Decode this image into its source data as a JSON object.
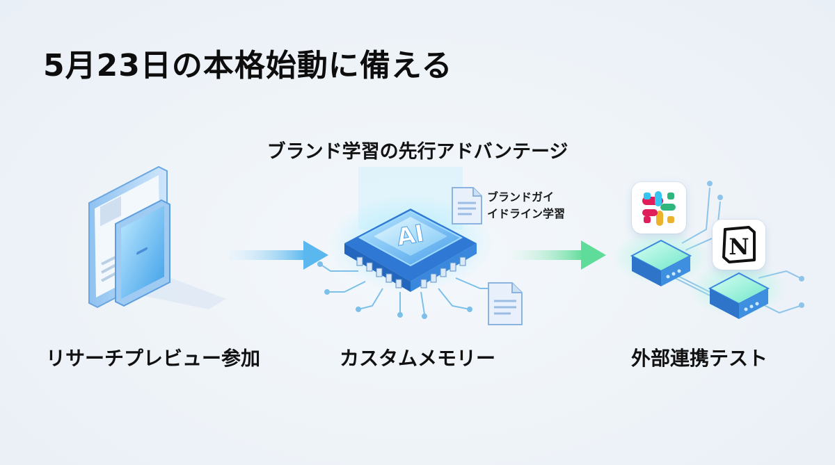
{
  "title": "5月23日の本格始動に備える",
  "subtitle": "ブランド学習の先行アドバンテージ",
  "steps": [
    {
      "label": "リサーチプレビュー参加",
      "icon": "phone-tablet-icon"
    },
    {
      "label": "カスタムメモリー",
      "icon": "ai-chip-icon",
      "chip_text": "AI"
    },
    {
      "label": "外部連携テスト",
      "icon": "integration-server-icon"
    }
  ],
  "doc_note": {
    "line1": "ブランドガイ",
    "line2": "イドライン学習"
  },
  "integrations": [
    "slack-icon",
    "notion-icon"
  ],
  "notion_letter": "N",
  "colors": {
    "accent": "#3b8fe6",
    "arrow1": "#5ab8ee",
    "arrow2": "#5fdc9a",
    "glow": "#7ff0e4"
  }
}
